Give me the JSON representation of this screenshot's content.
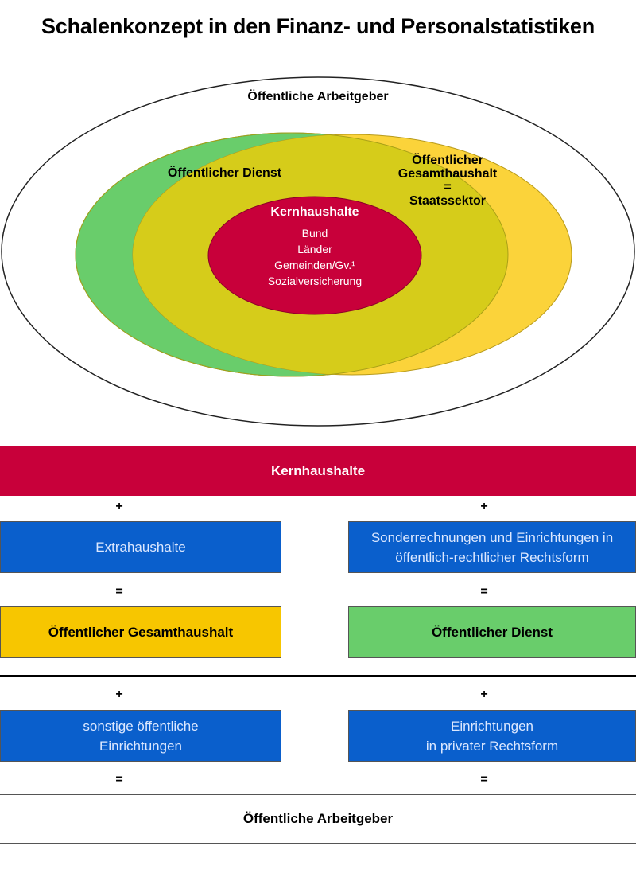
{
  "title": "Schalenkonzept in den Finanz- und Personalstatistiken",
  "diagram": {
    "outer_label": "Öffentliche Arbeitgeber",
    "green_label": "Öffentlicher Dienst",
    "yellow_label_lines": [
      "Öffentlicher",
      "Gesamthaushalt",
      "=",
      "Staatssektor"
    ],
    "core_title": "Kernhaushalte",
    "core_items": [
      "Bund",
      "Länder",
      "Gemeinden/Gv.¹",
      "Sozialversicherung"
    ]
  },
  "flow": {
    "top_bar": "Kernhaushalte",
    "plus": "+",
    "equals": "=",
    "extrahaushalte": "Extrahaushalte",
    "sonderrechnungen": [
      "Sonderrechnungen und Einrichtungen in",
      "öffentlich-rechtlicher Rechtsform"
    ],
    "gesamthaushalt": "Öffentlicher Gesamthaushalt",
    "dienst": "Öffentlicher Dienst",
    "sonstige": [
      "sonstige öffentliche",
      "Einrichtungen"
    ],
    "privat": [
      "Einrichtungen",
      "in privater Rechtsform"
    ],
    "footer": "Öffentliche Arbeitgeber"
  },
  "colors": {
    "red": "#c8003a",
    "green": "#69cd6b",
    "yellow": "#fbd33a",
    "olive": "#d6cc1a",
    "blue": "#0a5fcc",
    "gold": "#f7c600"
  }
}
